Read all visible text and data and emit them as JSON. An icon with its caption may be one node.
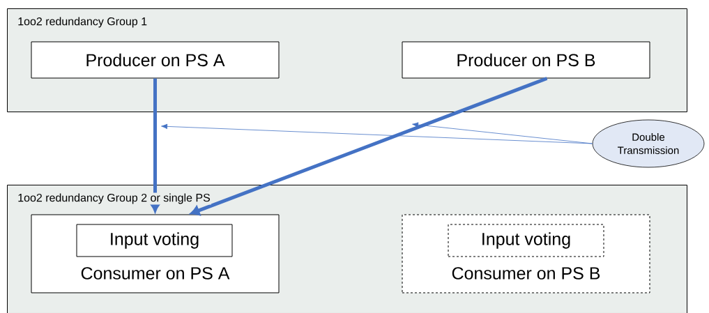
{
  "diagram": {
    "nodes": [
      {
        "text": [
          "1oo2 redundancy Group 1"
        ]
      },
      {
        "text": [
          "Producer on PS A"
        ],
        "in": 0
      },
      {
        "text": [
          "Producer on PS B"
        ],
        "in": 0
      },
      {
        "text": [
          "Double Transmission"
        ]
      },
      {
        "text": [
          "1oo2 redundancy Group 2 or single PS"
        ]
      },
      {
        "text": [
          "Consumer on PS A"
        ],
        "in": 4
      },
      {
        "text": [
          "Input voting"
        ],
        "in": 5
      },
      {
        "text": [
          "Consumer on PS B"
        ],
        "in": 4
      },
      {
        "text": [
          "Input voting"
        ],
        "in": 7
      }
    ],
    "edges": [
      {
        "from": 1,
        "to": 5,
        "arrow": "to",
        "style": "thick"
      },
      {
        "from": 2,
        "to": 5,
        "arrow": "to",
        "style": "thick"
      },
      {
        "from": 3,
        "to": null,
        "arrow": "to"
      },
      {
        "from": 3,
        "to": null,
        "arrow": "to"
      }
    ]
  }
}
